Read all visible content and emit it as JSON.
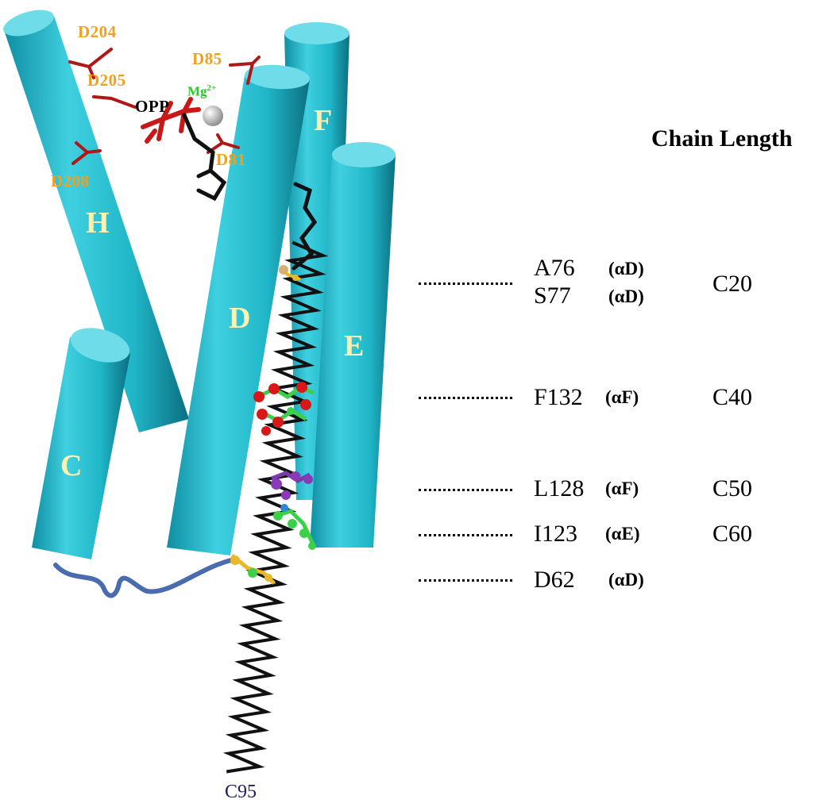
{
  "colors": {
    "helix": "#1fb6c8",
    "helix_shade": "#0e7f92",
    "helix_top": "#5fd6e2",
    "residue_label": "#f0a020",
    "helix_letter": "#fff1b0",
    "mg_label": "#22cc22",
    "sidechain": "#b01818",
    "chain": "#111111",
    "loop": "#4a6bb0"
  },
  "header": {
    "title": "Chain Length"
  },
  "helices": {
    "H": "H",
    "D": "D",
    "F": "F",
    "E": "E",
    "C": "C"
  },
  "residues": {
    "D204": "D204",
    "D205": "D205",
    "D208": "D208",
    "D85": "D85",
    "D81": "D81",
    "OPP": "OPP",
    "Mg": "Mg",
    "Mg_charge": "2+"
  },
  "terminus": "C95",
  "rows": [
    {
      "residue": "A76",
      "helix": "(αD)",
      "length": "C20"
    },
    {
      "residue": "S77",
      "helix": "(αD)",
      "length": ""
    },
    {
      "residue": "F132",
      "helix": "(αF)",
      "length": "C40"
    },
    {
      "residue": "L128",
      "helix": "(αF)",
      "length": "C50"
    },
    {
      "residue": "I123",
      "helix": "(αE)",
      "length": "C60"
    },
    {
      "residue": "D62",
      "helix": "(αD)",
      "length": ""
    }
  ]
}
